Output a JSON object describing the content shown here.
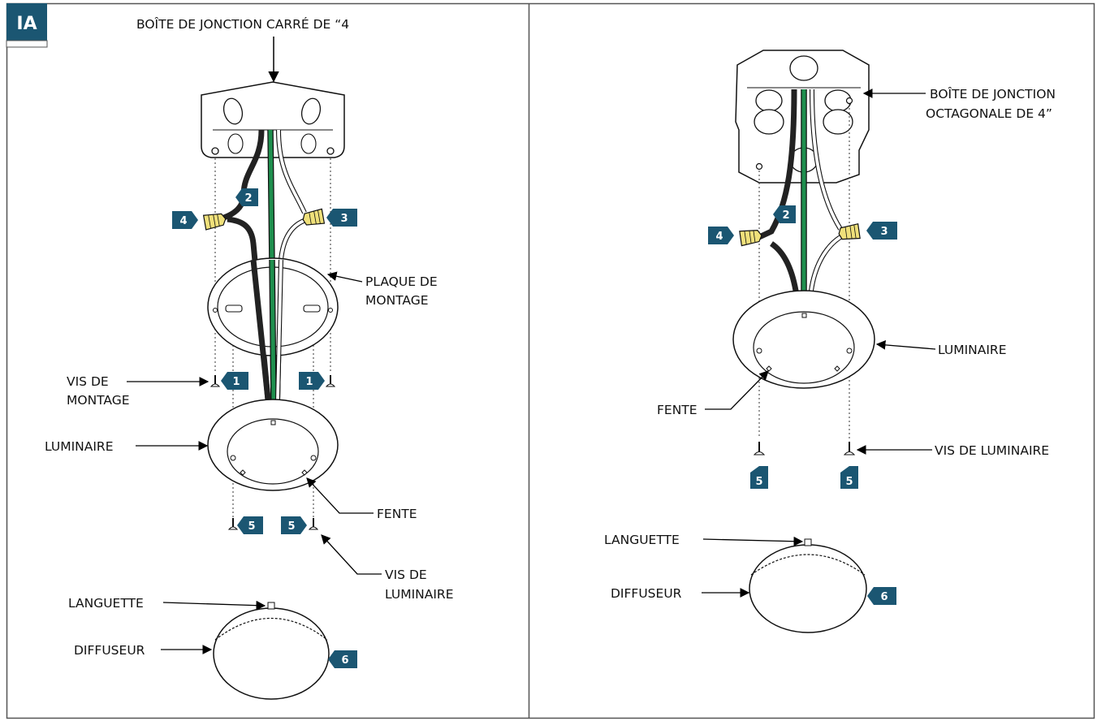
{
  "panel_tag": "IA",
  "colors": {
    "badge": "#1b5672",
    "ground_wire": "#1f8f4e",
    "hot_wire": "#222222",
    "neutral_wire": "#ffffff",
    "wire_nut": "#efe07a",
    "frame": "#555555"
  },
  "left": {
    "junction_box_label": "BOÎTE DE JONCTION CARRÉ DE “4",
    "mounting_plate_label": [
      "PLAQUE DE",
      "MONTAGE"
    ],
    "mounting_screw_label": [
      "VIS DE",
      "MONTAGE"
    ],
    "fixture_label": "LUMINAIRE",
    "slot_label": "FENTE",
    "fixture_screw_label": [
      "VIS DE",
      "LUMINAIRE"
    ],
    "tab_label": "LANGUETTE",
    "diffuser_label": "DIFFUSEUR",
    "steps": [
      "1",
      "1",
      "2",
      "3",
      "4",
      "5",
      "5",
      "6"
    ]
  },
  "right": {
    "junction_box_label": [
      "BOÎTE DE JONCTION",
      "OCTAGONALE DE 4”"
    ],
    "fixture_label": "LUMINAIRE",
    "slot_label": "FENTE",
    "fixture_screw_label": "VIS DE LUMINAIRE",
    "tab_label": "LANGUETTE",
    "diffuser_label": "DIFFUSEUR",
    "steps": [
      "2",
      "3",
      "4",
      "5",
      "5",
      "6"
    ]
  }
}
